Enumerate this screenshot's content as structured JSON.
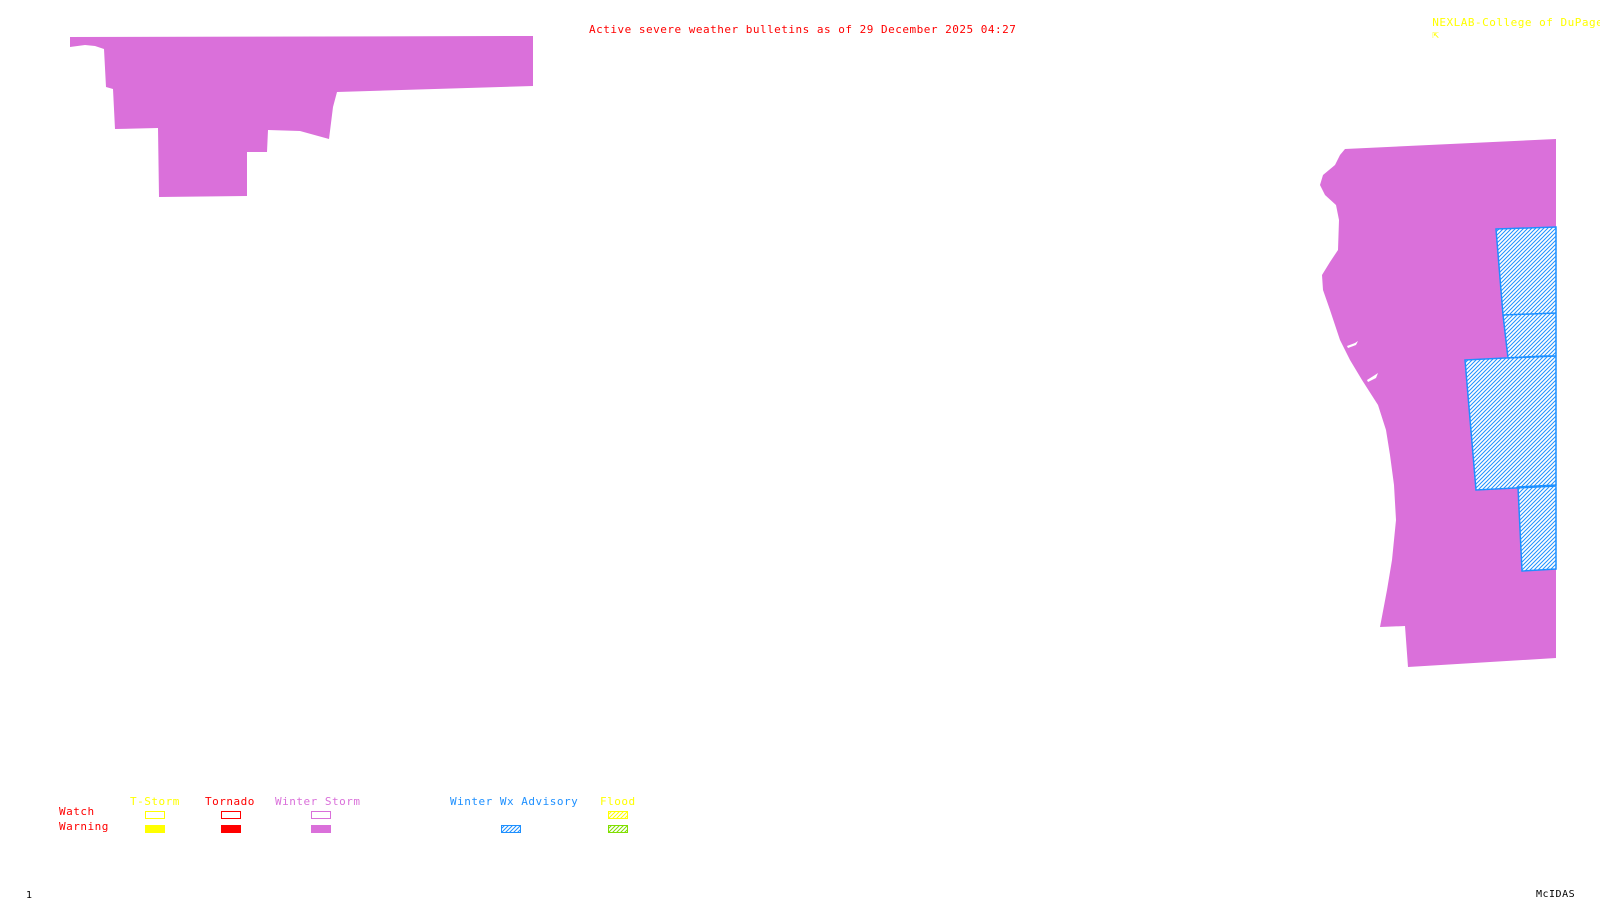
{
  "header": {
    "title": "Active severe weather bulletins as of 29 December 2025 04:27",
    "credit": "NEXLAB-College of DuPage",
    "credit_icon": "arrow-icon"
  },
  "colors": {
    "title": "#ff0000",
    "credit": "#ffff00",
    "tstorm": "#ffff00",
    "tornado": "#ff0000",
    "winter_storm": "#da70da",
    "winter_advisory": "#1e90ff",
    "flood_watch": "#ffff00",
    "flood_warning": "#7fdf00",
    "footer": "#000000"
  },
  "legend": {
    "row_labels": {
      "watch": "Watch",
      "warning": "Warning"
    },
    "categories": [
      {
        "key": "tstorm",
        "label": "T-Storm",
        "watch": "outline",
        "warning": "filled"
      },
      {
        "key": "tornado",
        "label": "Tornado",
        "watch": "outline",
        "warning": "filled"
      },
      {
        "key": "winter_storm",
        "label": "Winter Storm",
        "watch": "outline",
        "warning": "filled"
      },
      {
        "key": "winter_advisory",
        "label": "Winter Wx Advisory",
        "watch": "none",
        "warning": "hatched"
      },
      {
        "key": "flood",
        "label": "Flood",
        "watch": "hatched",
        "warning": "hatched"
      }
    ]
  },
  "map": {
    "areas": [
      {
        "name": "winter-storm-warning-northwest",
        "type": "Winter Storm Warning"
      },
      {
        "name": "winter-storm-warning-east",
        "type": "Winter Storm Warning"
      },
      {
        "name": "winter-wx-advisory-east",
        "type": "Winter Wx Advisory"
      }
    ]
  },
  "footer": {
    "frame_number": "1",
    "software": "McIDAS"
  }
}
